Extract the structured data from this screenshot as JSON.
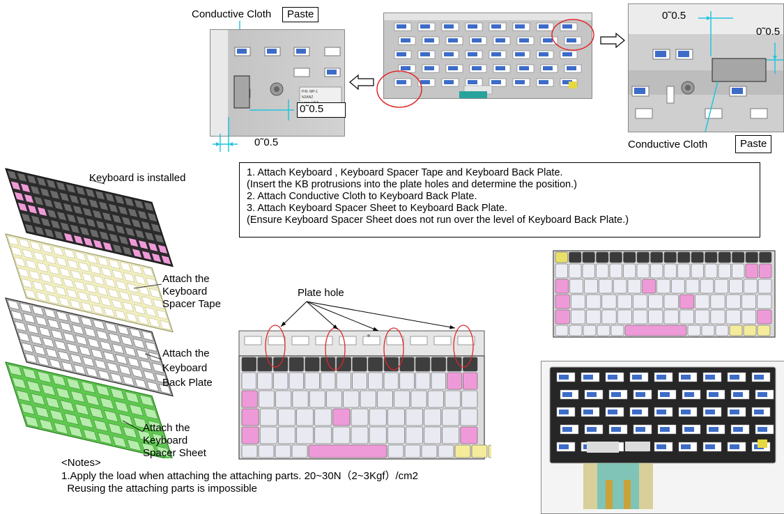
{
  "top_left": {
    "label": "Conductive Cloth",
    "tag": "Paste",
    "dim_vertical": "0˜0.5",
    "dim_horizontal": "0˜0.5"
  },
  "top_right": {
    "label": "Conductive Cloth",
    "tag": "Paste",
    "dim_horizontal": "0˜0.5",
    "dim_vertical": "0˜0.5"
  },
  "exploded": {
    "keyboard_label": "Keyboard is installed",
    "spacer_tape_label": [
      "Attach the",
      "Keyboard",
      "Spacer Tape"
    ],
    "back_plate_label": [
      "Attach the",
      "Keyboard",
      "Back Plate"
    ],
    "spacer_sheet_label": [
      "Attach the",
      "Keyboard",
      "Spacer Sheet"
    ]
  },
  "instructions": {
    "lines": [
      "1. Attach Keyboard , Keyboard Spacer Tape and Keyboard  Back Plate.",
      "(Insert the KB protrusions into the plate holes and determine the position.)",
      "2. Attach Conductive Cloth to Keyboard  Back Plate.",
      "3. Attach Keyboard Spacer Sheet to Keyboard  Back Plate.",
      "(Ensure Keyboard Spacer Sheet does not run over the level of Keyboard  Back Plate.)"
    ]
  },
  "plate_hole_label": "Plate hole",
  "notes": {
    "title": "<Notes>",
    "line1": "1.Apply the load when attaching the attaching parts. 20~30N（2~3Kgf）/cm2",
    "line2": "  Reusing the attaching parts is impossible"
  },
  "colors": {
    "cyan": "#22c4dc",
    "pink": "#ef9ad8",
    "yellow": "#f4ec9a",
    "plate": "#b9b9b9",
    "green": "#5fc94f",
    "dark_keys": "#4a4a4a",
    "spacer_tape": "#f2efbf",
    "red_circle": "#e0262a"
  }
}
